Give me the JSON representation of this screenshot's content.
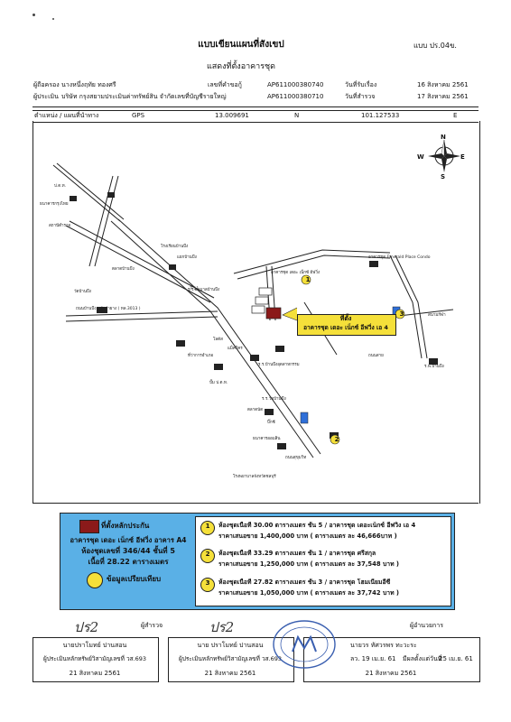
{
  "header": {
    "form_code": "แบบ ปร.04ข.",
    "title": "แบบเขียนแผนที่สังเขป",
    "subtitle": "แสดงที่ตั้งอาคารชุด"
  },
  "info": {
    "owner_label": "ผู้ถือครอง",
    "owner_name": "นางหนึ่งฤทัย ทองศรี",
    "appraiser_label": "ผู้ประเมิน",
    "appraiser_name": "บริษัท กรุงสยามประเมินค่าทรัพย์สิน จำกัดเลขที่บัญชีรายใหญ่",
    "request_no_label": "เลขที่คำขอกู้",
    "request_no": "AP611000380740",
    "doc_no": "AP611000380710",
    "received_label": "วันที่รับเรื่อง",
    "received_date": "16 สิงหาคม 2561",
    "survey_label": "วันที่สำรวจ",
    "survey_date": "17 สิงหาคม 2561"
  },
  "gps": {
    "label": "ตำแหน่ง / แผนที่นำทาง",
    "gps_label": "GPS",
    "lat": "13.009691",
    "n": "N",
    "lng": "101.127533",
    "e": "E"
  },
  "compass": {
    "n": "N",
    "s": "S",
    "e": "E",
    "w": "W"
  },
  "map": {
    "road_1": "ถนนบ้านบึง - หัวป่ายาง ( ทล.3013 )",
    "road_2": "ถนนสุขุมวิท",
    "road_3": "ถนนสาย",
    "label_emerald": "อาคารชุด Emerald Place Condo",
    "label_subject_top": "อาคารชุด เดอะ เน็กซ์ อีฟวิ่ง",
    "label_subject_box": "ที่ตั้ง",
    "label_subject_name": "อาคารชุด เดอะ เน็กซ์ อีฟวิ่ง เอ 4",
    "label_bottom": "โรงพยาบาลจังหวัดชลบุรี",
    "num_1": "1",
    "num_2": "2",
    "num_3": "3",
    "places": [
      "โรงเรียนบ้านบึง",
      "แยกบ้านบึง",
      "ตลาดบ้านบึง",
      "ร.ร.อนุบาลบ้านบึง",
      "ป.ต.ท.",
      "ธนาคารกรุงไทย",
      "สถานีตำรวจ",
      "วัดบ้านบึง",
      "7-11",
      "โลตัส",
      "แม็คโคร",
      "ที่ว่าการอำเภอ",
      "ร.ร.บ้านบึงอุตสาหกรรม",
      "ปั๊ม ป.ต.ท.",
      "ร.ร.วัดบ้านบึง",
      "ตลาดนัด",
      "บิ๊กซี",
      "ธนาคารออมสิน",
      "สนามกีฬา",
      "ร.พ.บ้านบึง"
    ]
  },
  "legend": {
    "subject_label": "ที่ตั้งหลักประกัน",
    "subject_name": "อาคารชุด เดอะ เน็กซ์ อีฟวิ่ง อาคาร A4",
    "unit": "ห้องชุดเลขที่ 346/44 ชั้นที่ 5",
    "area": "เนื้อที่ 28.22 ตารางเมตร",
    "compare_label": "ข้อมูลเปรียบเทียบ",
    "items": [
      {
        "num": "1",
        "line1": "ห้องชุดเนื้อที่ 30.00 ตารางเมตร ชั้น 5 / อาคารชุด เดอะเน็กซ์ อีฟวิ่ง เอ 4",
        "line2": "ราคาเสนอขาย 1,400,000 บาท ( ตารางเมตร ละ 46,666บาท )"
      },
      {
        "num": "2",
        "line1": "ห้องชุดเนื้อที่ 33.29 ตารางเมตร ชั้น 1 / อาคารชุด ศรีสกุล",
        "line2": "ราคาเสนอขาย 1,250,000 บาท ( ตารางเมตร ละ 37,548 บาท )"
      },
      {
        "num": "3",
        "line1": "ห้องชุดเนื้อที่ 27.82 ตารางเมตร ชั้น 3 / อาคารชุด โฮมเนียมอีซี่",
        "line2": "ราคาเสนอขาย 1,050,000 บาท ( ตารางเมตร ละ 37,742 บาท )"
      }
    ]
  },
  "signatures": {
    "sig1_role": "ผู้สำรวจ",
    "sig1_name": "นายปราโมทย์ ปานสอน",
    "sig1_cert": "ผู้ประเมินหลักทรัพย์วิสามัญเลขที่ วส.693",
    "sig1_date": "21 สิงหาคม 2561",
    "sig2_name": "นาย ปราโมทย์ ปานสอน",
    "sig2_cert": "ผู้ประเมินหลักทรัพย์วิสามัญเลขที่ วส.693",
    "sig2_date": "21 สิงหาคม 2561",
    "sig3_role": "ผู้อำนวยการ",
    "sig3_name": "นายวร ทัศวรพร ทะวะระ",
    "sig3_date_label": "ลว. 19 เม.ย. 61",
    "sig3_extra": "มีผลตั้งแต่วันที่",
    "sig3_extra_date": "25 เม.ย. 61",
    "sig3_date": "21 สิงหาคม 2561",
    "sig_hand_1": "ปร2",
    "sig_hand_2": "ปร2"
  }
}
